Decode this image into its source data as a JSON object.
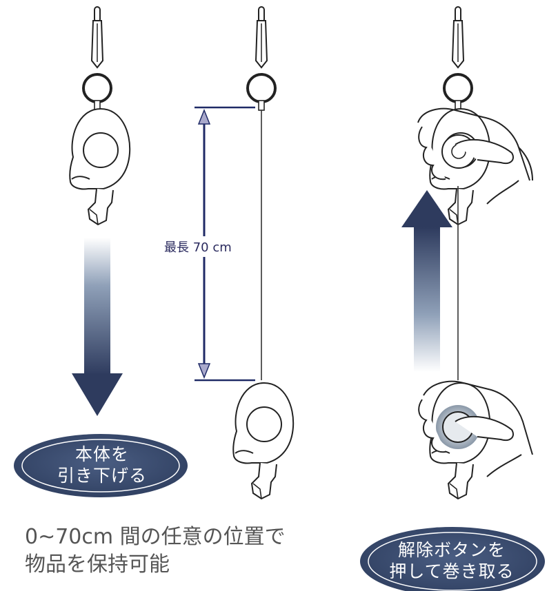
{
  "steps": {
    "pull_label": [
      "本体を",
      "引き下げる"
    ],
    "length_label": "最長 70 cm",
    "caption_lines": [
      "0~70cm 間の任意の位置で",
      "物品を保持可能"
    ],
    "retract_label": [
      "解除ボタンを",
      "押して巻き取る"
    ]
  },
  "colors": {
    "navy": "#1f2a66",
    "pill_fill": "#3b4d70",
    "arrow_dark": "#2e3b5e",
    "arrow_light": "#b8c4d4"
  }
}
